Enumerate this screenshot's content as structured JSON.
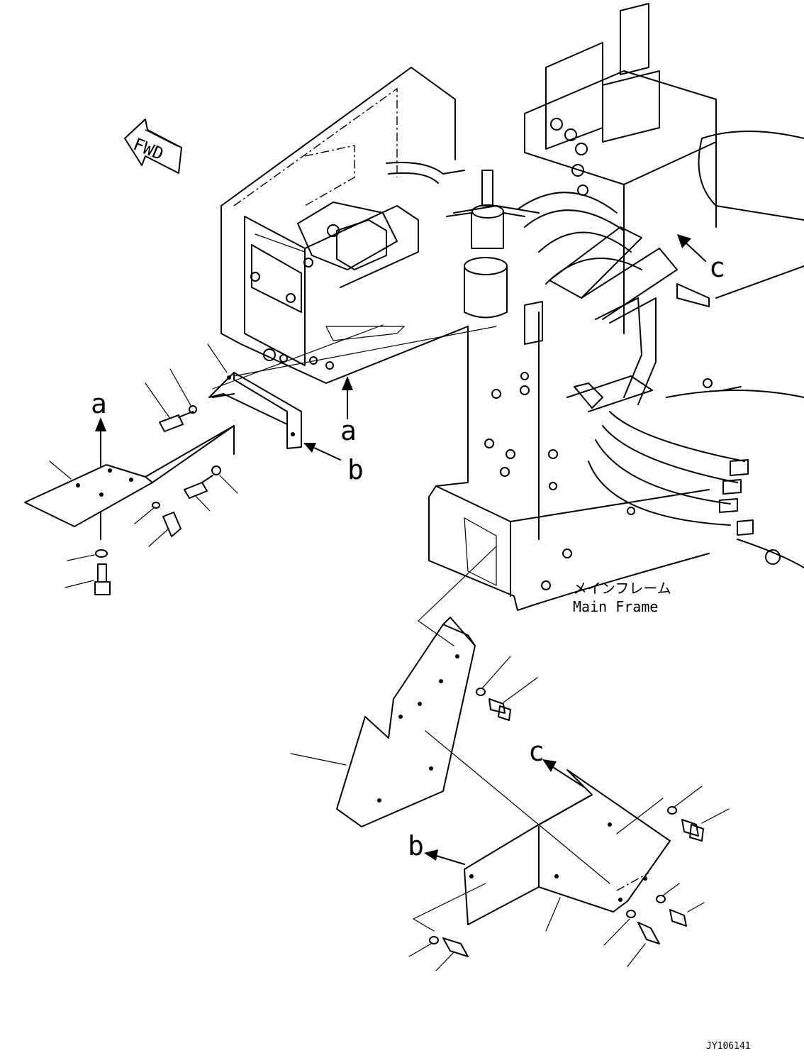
{
  "drawing": {
    "direction_label": "FWD",
    "caption_jp": "メインフレーム",
    "caption_en": "Main Frame",
    "figure_code": "JY106141"
  },
  "callouts": {
    "a_top": "a",
    "a_frame": "a",
    "b_frame": "b",
    "c_frame": "c",
    "c_cover": "c",
    "b_cover": "b"
  }
}
